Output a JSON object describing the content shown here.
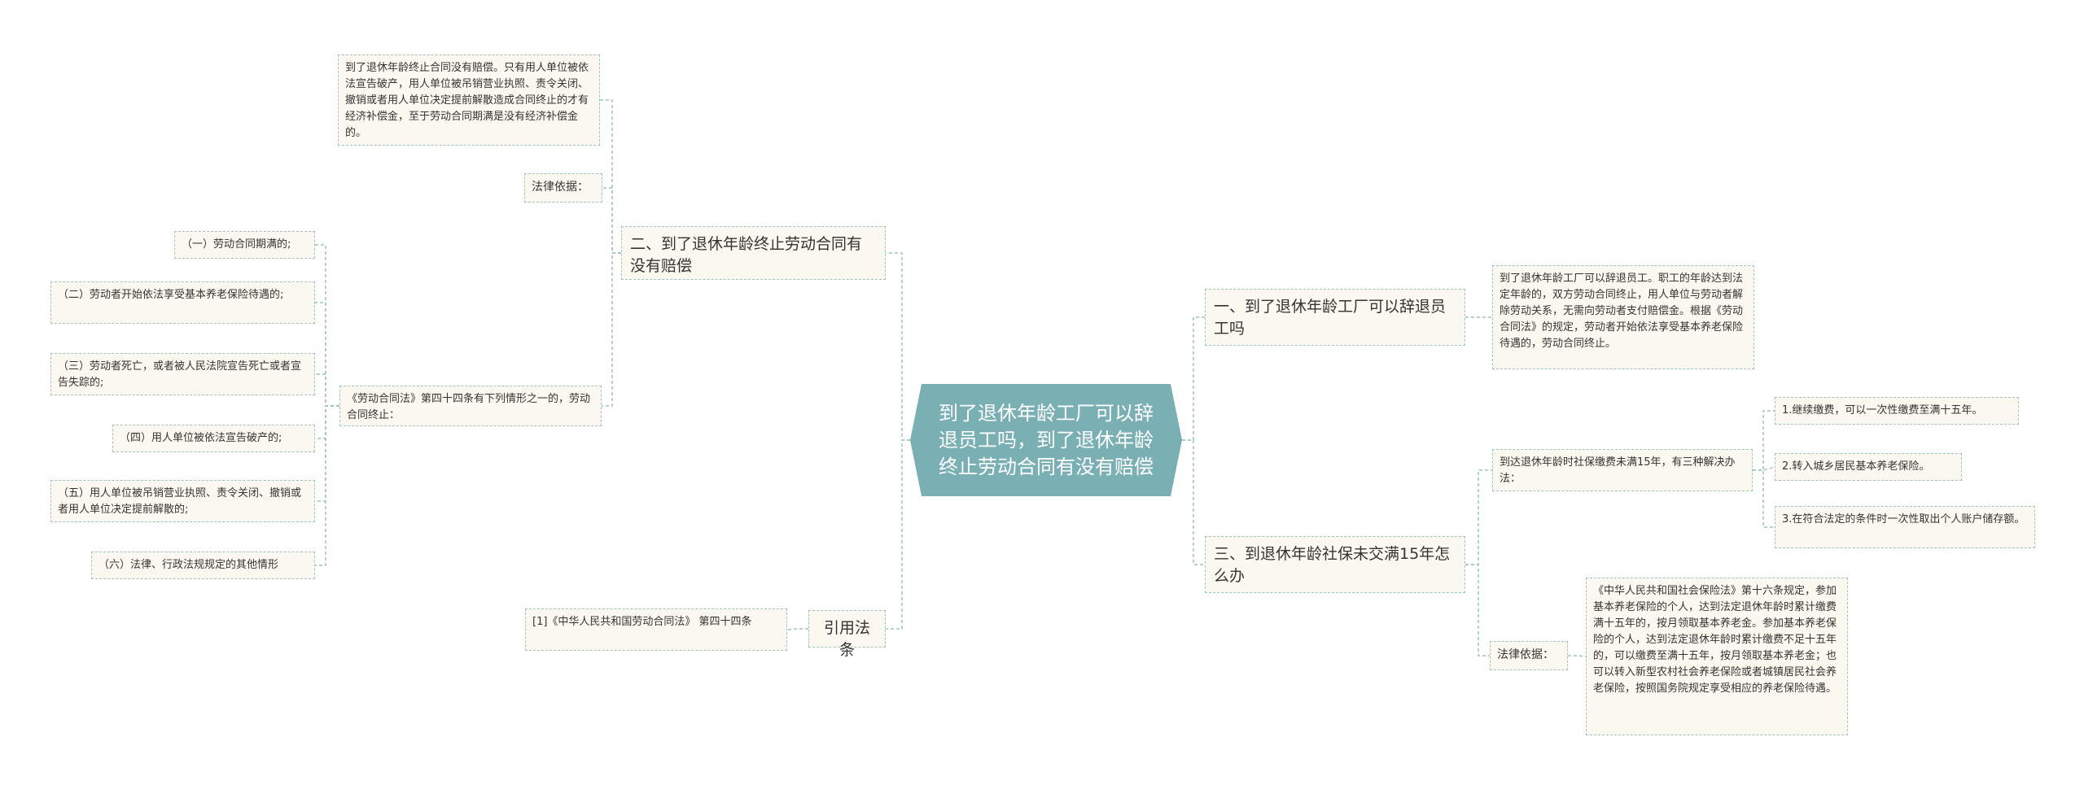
{
  "colors": {
    "center_fill": "#7aafb4",
    "line": "#9ec4c1",
    "box_fill": "#fbf9ef",
    "text": "#333333"
  },
  "center": {
    "title": "到了退休年龄工厂可以辞退员工吗，到了退休年龄终止劳动合同有没有赔偿"
  },
  "left": {
    "branch2": {
      "title": "二、到了退休年龄终止劳动合同有没有赔偿",
      "top_note": "到了退休年龄终止合同没有赔偿。只有用人单位被依法宣告破产，用人单位被吊销营业执照、责令关闭、撤销或者用人单位决定提前解散造成合同终止的才有经济补偿金，至于劳动合同期满是没有经济补偿金的。",
      "legal_basis_label": "法律依据：",
      "article_label": "《劳动合同法》第四十四条有下列情形之一的，劳动合同终止：",
      "items": [
        "（一）劳动合同期满的;",
        "（二）劳动者开始依法享受基本养老保险待遇的;",
        "（三）劳动者死亡，或者被人民法院宣告死亡或者宣告失踪的;",
        "（四）用人单位被依法宣告破产的;",
        "（五）用人单位被吊销营业执照、责令关闭、撤销或者用人单位决定提前解散的;",
        "（六）法律、行政法规规定的其他情形"
      ]
    },
    "citation": {
      "title": "引用法条",
      "item": "[1]《中华人民共和国劳动合同法》 第四十四条"
    }
  },
  "right": {
    "branch1": {
      "title": "一、到了退休年龄工厂可以辞退员工吗",
      "note": "到了退休年龄工厂可以辞退员工。职工的年龄达到法定年龄的，双方劳动合同终止，用人单位与劳动者解除劳动关系，无需向劳动者支付赔偿金。根据《劳动合同法》的规定，劳动者开始依法享受基本养老保险待遇的，劳动合同终止。"
    },
    "branch3": {
      "title": "三、到退休年龄社保未交满15年怎么办",
      "methods_label": "到达退休年龄时社保缴费未满15年，有三种解决办法：",
      "methods": [
        "1.继续缴费，可以一次性缴费至满十五年。",
        "2.转入城乡居民基本养老保险。",
        "3.在符合法定的条件时一次性取出个人账户储存额。"
      ],
      "legal_basis_label": "法律依据：",
      "legal_text": "《中华人民共和国社会保险法》第十六条规定，参加基本养老保险的个人，达到法定退休年龄时累计缴费满十五年的，按月领取基本养老金。参加基本养老保险的个人，达到法定退休年龄时累计缴费不足十五年的，可以缴费至满十五年，按月领取基本养老金；也可以转入新型农村社会养老保险或者城镇居民社会养老保险，按照国务院规定享受相应的养老保险待遇。"
    }
  }
}
